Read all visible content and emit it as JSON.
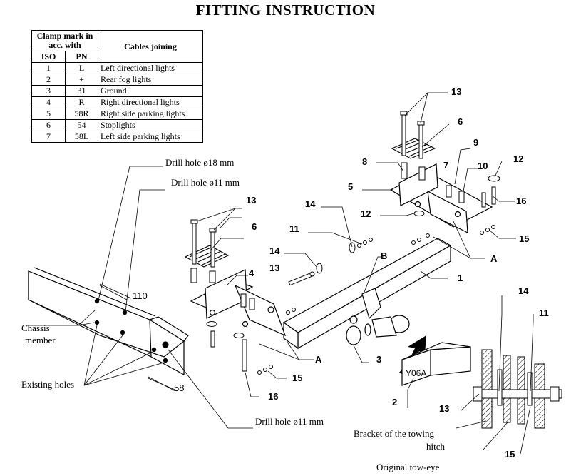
{
  "title": "FITTING INSTRUCTION",
  "table": {
    "header_clamp": "Clamp mark in acc. with",
    "header_iso": "ISO",
    "header_pn": "PN",
    "header_cables": "Cables joining",
    "rows": [
      {
        "iso": "1",
        "pn": "L",
        "cable": "Left directional lights"
      },
      {
        "iso": "2",
        "pn": "+",
        "cable": "Rear fog lights"
      },
      {
        "iso": "3",
        "pn": "31",
        "cable": "Ground"
      },
      {
        "iso": "4",
        "pn": "R",
        "cable": "Right directional lights"
      },
      {
        "iso": "5",
        "pn": "58R",
        "cable": "Right side parking lights"
      },
      {
        "iso": "6",
        "pn": "54",
        "cable": "Stoplights"
      },
      {
        "iso": "7",
        "pn": "58L",
        "cable": "Left side parking lights"
      }
    ]
  },
  "labels": {
    "drill18": "Drill hole ø18 mm",
    "drill11_top": "Drill hole ø11 mm",
    "drill11_bottom": "Drill hole ø11 mm",
    "chassis_1": "Chassis",
    "chassis_2": "member",
    "existing_holes": "Existing holes",
    "dim_110": "110",
    "dim_58": "58",
    "bracket_1": "Bracket of the towing",
    "bracket_2": "hitch",
    "tow_eye": "Original tow-eye",
    "plate": "Y06A"
  },
  "part_numbers": {
    "p1": "1",
    "p2": "2",
    "p3": "3",
    "p4": "4",
    "p5": "5",
    "p6a": "6",
    "p6b": "6",
    "p7": "7",
    "p8": "8",
    "p9": "9",
    "p10": "10",
    "p11a": "11",
    "p11b": "11",
    "p12a": "12",
    "p12b": "12",
    "p13a": "13",
    "p13b": "13",
    "p13c": "13",
    "p13d": "13",
    "p14a": "14",
    "p14b": "14",
    "p14c": "14",
    "p15a": "15",
    "p15b": "15",
    "p15c": "15",
    "p16a": "16",
    "p16b": "16",
    "pA1": "A",
    "pA2": "A",
    "pB": "B"
  }
}
